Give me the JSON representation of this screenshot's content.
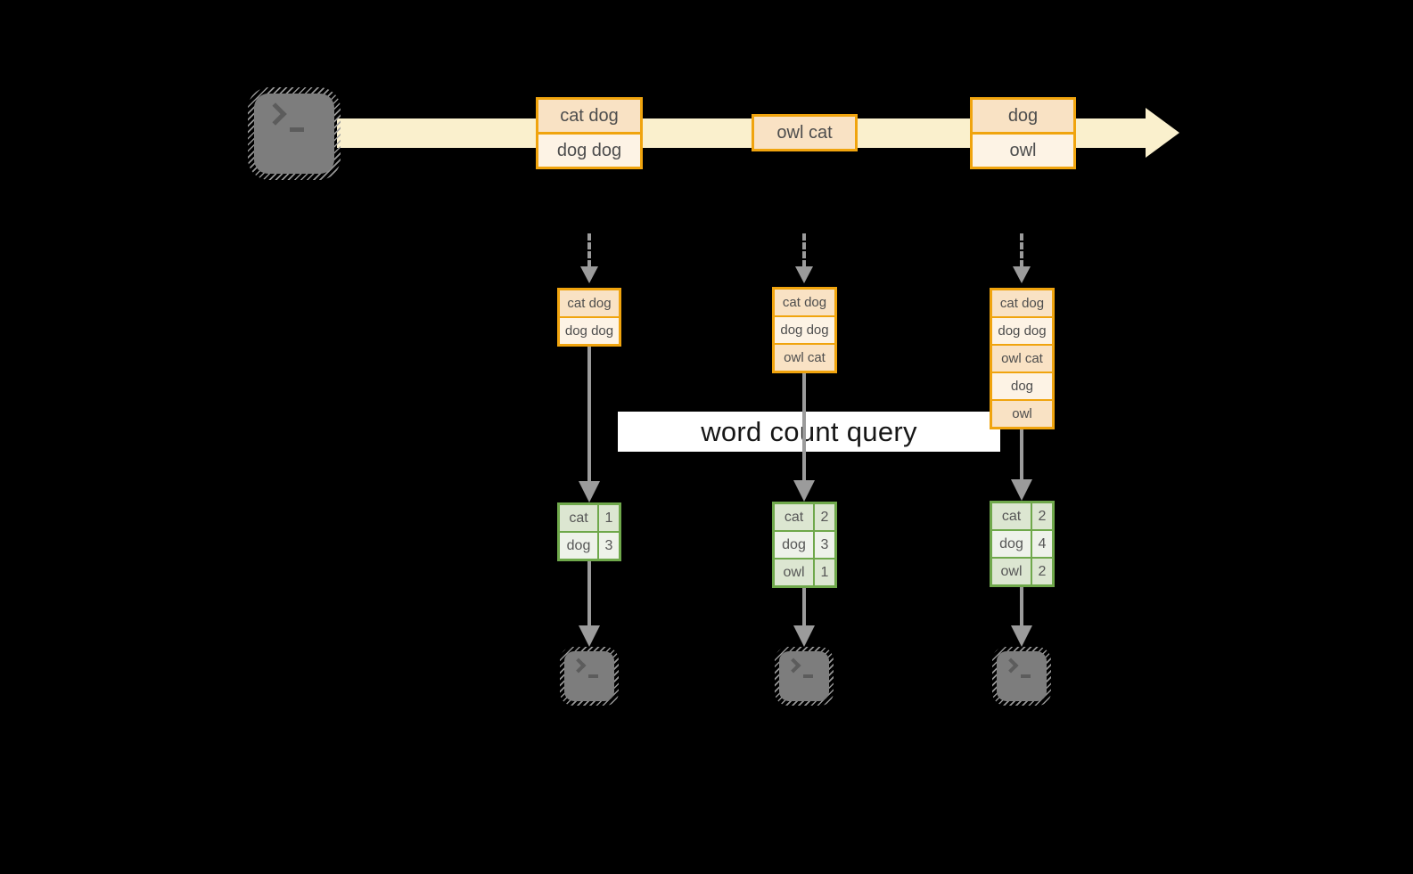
{
  "colors": {
    "background": "#000000",
    "stream_band": "#faf0cd",
    "record_border": "#f0a40e",
    "record_fill_dark": "#f9e2c4",
    "record_fill_light": "#fdf3e5",
    "result_border": "#6fa84b",
    "result_fill_dark": "#dce6d1",
    "result_fill_light": "#eef2ea",
    "arrow_gray": "#9b9b9b",
    "terminal_gray": "#7d7d7d",
    "query_band_bg": "#ffffff"
  },
  "icons": {
    "source_terminal": "terminal-icon",
    "output_terminal_1": "terminal-icon",
    "output_terminal_2": "terminal-icon",
    "output_terminal_3": "terminal-icon",
    "stream_arrowhead": "right-arrowhead-icon",
    "trigger_arrowhead": "down-arrowhead-icon"
  },
  "timeline": {
    "batches": [
      {
        "cells": [
          "cat dog",
          "dog dog"
        ]
      },
      {
        "cells": [
          "owl cat"
        ]
      },
      {
        "cells": [
          "dog",
          "owl"
        ]
      }
    ]
  },
  "states": [
    {
      "cells": [
        "cat dog",
        "dog dog"
      ]
    },
    {
      "cells": [
        "cat dog",
        "dog dog",
        "owl cat"
      ]
    },
    {
      "cells": [
        "cat dog",
        "dog dog",
        "owl cat",
        "dog",
        "owl"
      ]
    }
  ],
  "query": {
    "label": "word count query"
  },
  "counts": [
    {
      "rows": [
        {
          "word": "cat",
          "count": "1"
        },
        {
          "word": "dog",
          "count": "3"
        }
      ]
    },
    {
      "rows": [
        {
          "word": "cat",
          "count": "2"
        },
        {
          "word": "dog",
          "count": "3"
        },
        {
          "word": "owl",
          "count": "1"
        }
      ]
    },
    {
      "rows": [
        {
          "word": "cat",
          "count": "2"
        },
        {
          "word": "dog",
          "count": "4"
        },
        {
          "word": "owl",
          "count": "2"
        }
      ]
    }
  ]
}
